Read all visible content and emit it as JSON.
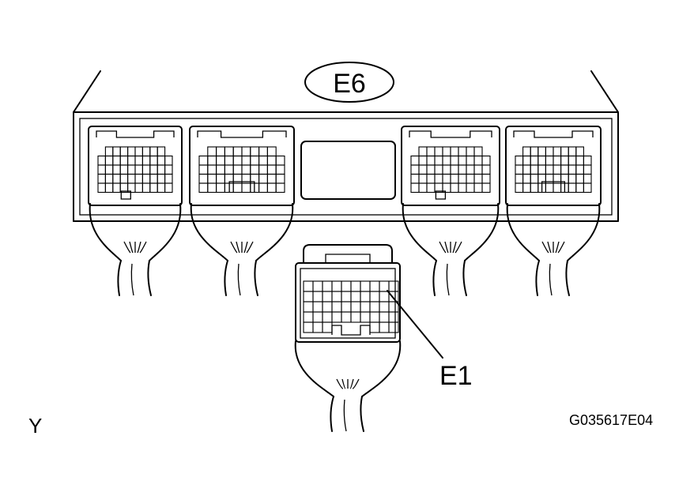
{
  "diagram": {
    "ecu_label": "E6",
    "connector_label": "E1",
    "corner_mark": "Y",
    "figure_code": "G035617E04"
  },
  "colors": {
    "line": "#000000",
    "background": "#ffffff"
  }
}
